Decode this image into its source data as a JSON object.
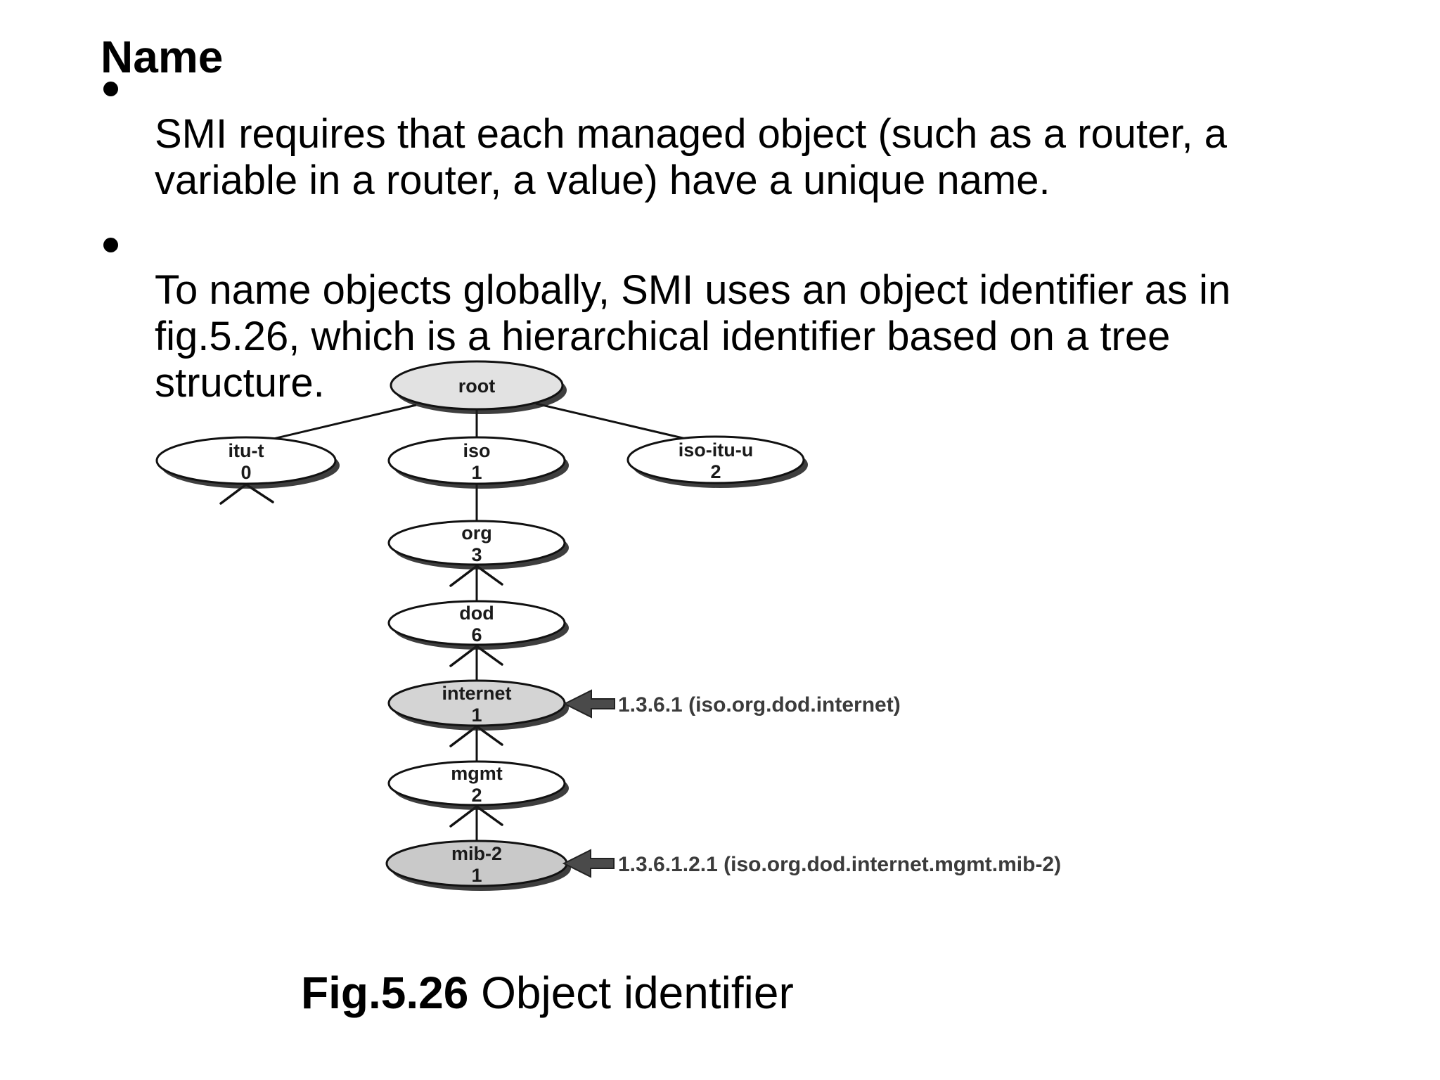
{
  "slide": {
    "title": "Name",
    "bullets": [
      "SMI requires that each managed object (such as a router, a\nvariable in a router, a value) have a unique name.",
      "To name objects globally, SMI uses an object identifier as in\nfig.5.26, which is a hierarchical identifier based on a tree\nstructure."
    ],
    "caption_bold": "Fig.5.26",
    "caption_rest": " Object identifier"
  },
  "diagram": {
    "nodes": {
      "root": {
        "label": "root",
        "number": ""
      },
      "itut": {
        "label": "itu-t",
        "number": "0"
      },
      "iso": {
        "label": "iso",
        "number": "1"
      },
      "isoituu": {
        "label": "iso-itu-u",
        "number": "2"
      },
      "org": {
        "label": "org",
        "number": "3"
      },
      "dod": {
        "label": "dod",
        "number": "6"
      },
      "internet": {
        "label": "internet",
        "number": "1"
      },
      "mgmt": {
        "label": "mgmt",
        "number": "2"
      },
      "mib2": {
        "label": "mib-2",
        "number": "1"
      }
    },
    "annotations": {
      "internet": "1.3.6.1 (iso.org.dod.internet)",
      "mib2": "1.3.6.1.2.1 (iso.org.dod.internet.mgmt.mib-2)"
    },
    "colors": {
      "root_fill": "#e2e2e2",
      "plain_fill": "#ffffff",
      "internet_fill": "#d4d4d4",
      "mib2_fill": "#c9c9c9",
      "arrow_fill": "#4a4a4a"
    }
  }
}
